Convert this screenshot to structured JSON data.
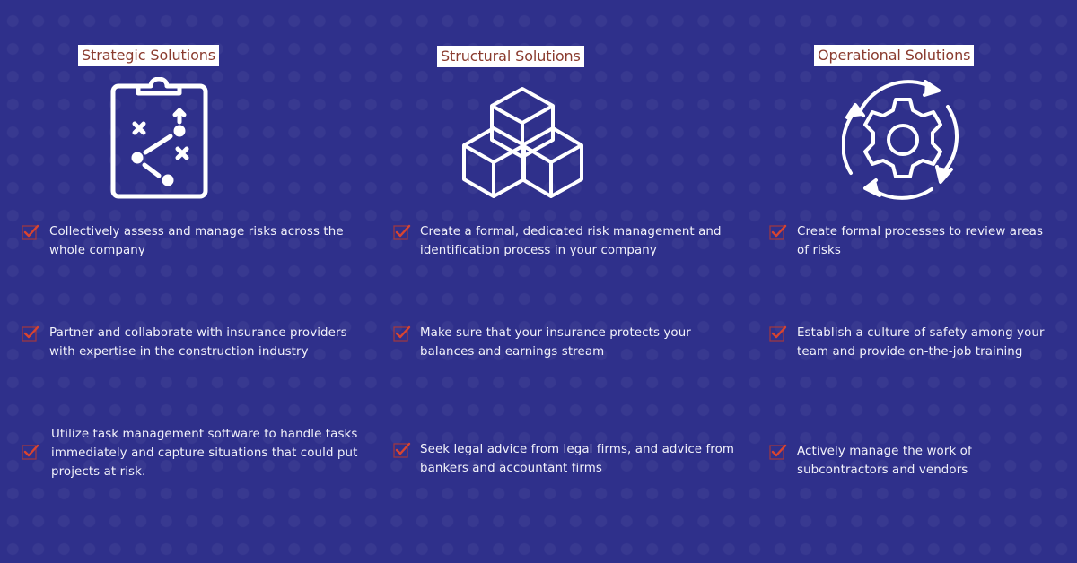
{
  "columns": [
    {
      "title": "Strategic Solutions",
      "icon": "clipboard-strategy-icon",
      "items": [
        {
          "text": "Collectively assess and manage risks across the whole company"
        },
        {
          "text": "Partner and collaborate with insurance providers with expertise in the construction industry"
        },
        {
          "text": "Utilize task management software to handle tasks immediately and capture situations that could put projects at risk."
        }
      ]
    },
    {
      "title": "Structural Solutions",
      "icon": "stacked-cubes-icon",
      "items": [
        {
          "text": "Create a formal, dedicated risk management and identification process in your company"
        },
        {
          "text": "Make sure that your insurance protects your balances and earnings stream"
        },
        {
          "text": "Seek legal advice from legal firms, and advice from bankers and accountant firms"
        }
      ]
    },
    {
      "title": "Operational Solutions",
      "icon": "gear-cycle-icon",
      "items": [
        {
          "text": "Create formal processes to review areas of risks"
        },
        {
          "text": "Establish a culture of safety among your team and provide on-the-job training"
        },
        {
          "text": "Actively manage the work of subcontractors and vendors"
        }
      ]
    }
  ],
  "colors": {
    "background": "#2f308b",
    "title_text": "#8a3b2e",
    "title_bg": "#ffffff",
    "check": "#c0392b"
  }
}
